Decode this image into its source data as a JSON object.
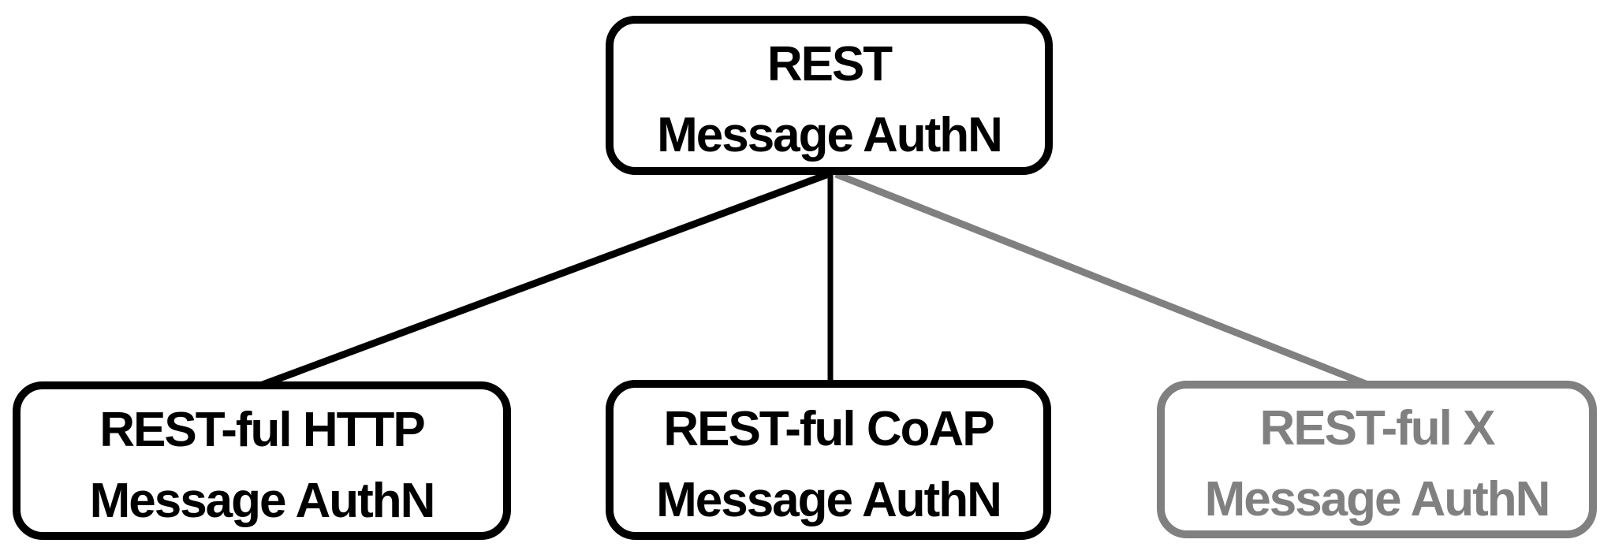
{
  "diagram": {
    "type": "tree",
    "background": "#ffffff",
    "nodes": {
      "root": {
        "title": "REST",
        "subtitle": "Message AuthN",
        "color": "#000000",
        "style": "solid-black"
      },
      "http": {
        "title": "REST-ful HTTP",
        "subtitle": "Message AuthN",
        "color": "#000000",
        "style": "solid-black"
      },
      "coap": {
        "title": "REST-ful CoAP",
        "subtitle": "Message AuthN",
        "color": "#000000",
        "style": "solid-black"
      },
      "x": {
        "title": "REST-ful X",
        "subtitle": "Message AuthN",
        "color": "#808080",
        "style": "muted-gray"
      }
    },
    "edges": [
      {
        "from": "root",
        "to": "http",
        "color": "#000000"
      },
      {
        "from": "root",
        "to": "coap",
        "color": "#000000"
      },
      {
        "from": "root",
        "to": "x",
        "color": "#808080"
      }
    ],
    "colors": {
      "foreground": "#000000",
      "muted": "#808080",
      "background": "#ffffff"
    }
  }
}
